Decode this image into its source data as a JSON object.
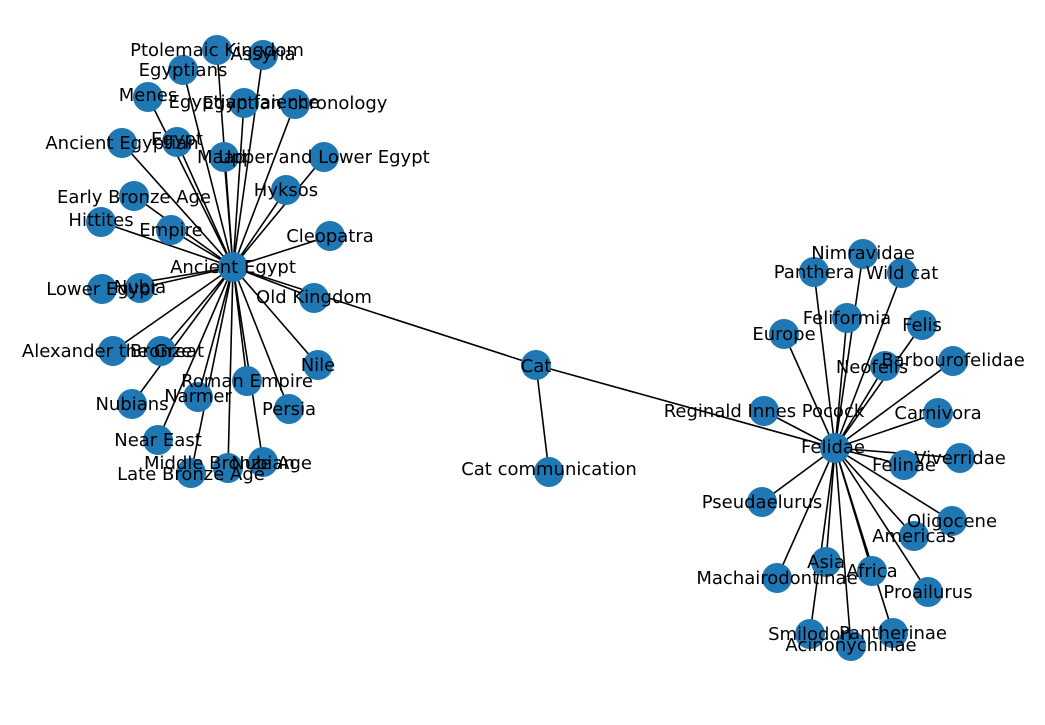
{
  "graph": {
    "node_color": "#1f77b4",
    "edge_color": "#000000",
    "nodes": [
      {
        "id": "cat",
        "label": "Cat"
      },
      {
        "id": "cat-communication",
        "label": "Cat communication"
      },
      {
        "id": "ancient-egypt",
        "label": "Ancient Egypt"
      },
      {
        "id": "felidae",
        "label": "Felidae"
      },
      {
        "id": "ptolemaic-kingdom",
        "label": "Ptolemaic Kingdom"
      },
      {
        "id": "assyria",
        "label": "Assyria"
      },
      {
        "id": "egyptians",
        "label": "Egyptians"
      },
      {
        "id": "menes",
        "label": "Menes"
      },
      {
        "id": "egyptian-faience",
        "label": "Egyptian faience"
      },
      {
        "id": "egyptian-chronology",
        "label": "Egyptian chronology"
      },
      {
        "id": "ancient-egyptian",
        "label": "Ancient Egyptian"
      },
      {
        "id": "egypt",
        "label": "Egypt"
      },
      {
        "id": "maadi",
        "label": "Maadi"
      },
      {
        "id": "upper-and-lower-egypt",
        "label": "Upper and Lower Egypt"
      },
      {
        "id": "hyksos",
        "label": "Hyksos"
      },
      {
        "id": "early-bronze-age",
        "label": "Early Bronze Age"
      },
      {
        "id": "hittites",
        "label": "Hittites"
      },
      {
        "id": "empire",
        "label": "Empire"
      },
      {
        "id": "cleopatra",
        "label": "Cleopatra"
      },
      {
        "id": "lower-egypt",
        "label": "Lower Egypt"
      },
      {
        "id": "nubia",
        "label": "Nubia"
      },
      {
        "id": "old-kingdom",
        "label": "Old Kingdom"
      },
      {
        "id": "alexander-the-great",
        "label": "Alexander the Great"
      },
      {
        "id": "bronze",
        "label": "Bronze"
      },
      {
        "id": "nile",
        "label": "Nile"
      },
      {
        "id": "roman-empire",
        "label": "Roman Empire"
      },
      {
        "id": "nubians",
        "label": "Nubians"
      },
      {
        "id": "narmer",
        "label": "Narmer"
      },
      {
        "id": "persia",
        "label": "Persia"
      },
      {
        "id": "near-east",
        "label": "Near East"
      },
      {
        "id": "late-bronze-age",
        "label": "Late Bronze Age"
      },
      {
        "id": "middle-bronze-age",
        "label": "Middle Bronze Age"
      },
      {
        "id": "nubian",
        "label": "Nubian"
      },
      {
        "id": "nimravidae",
        "label": "Nimravidae"
      },
      {
        "id": "panthera",
        "label": "Panthera"
      },
      {
        "id": "wild-cat",
        "label": "Wild cat"
      },
      {
        "id": "feliformia",
        "label": "Feliformia"
      },
      {
        "id": "felis",
        "label": "Felis"
      },
      {
        "id": "europe",
        "label": "Europe"
      },
      {
        "id": "neofelis",
        "label": "Neofelis"
      },
      {
        "id": "barbourofelidae",
        "label": "Barbourofelidae"
      },
      {
        "id": "reginald-innes-pocock",
        "label": "Reginald Innes Pocock"
      },
      {
        "id": "carnivora",
        "label": "Carnivora"
      },
      {
        "id": "viverridae",
        "label": "Viverridae"
      },
      {
        "id": "felinae",
        "label": "Felinae"
      },
      {
        "id": "pseudaelurus",
        "label": "Pseudaelurus"
      },
      {
        "id": "oligocene",
        "label": "Oligocene"
      },
      {
        "id": "americas",
        "label": "Americas"
      },
      {
        "id": "asia",
        "label": "Asia"
      },
      {
        "id": "africa",
        "label": "Africa"
      },
      {
        "id": "machairodontinae",
        "label": "Machairodontinae"
      },
      {
        "id": "proailurus",
        "label": "Proailurus"
      },
      {
        "id": "smilodon",
        "label": "Smilodon"
      },
      {
        "id": "pantherinae",
        "label": "Pantherinae"
      },
      {
        "id": "acinonychinae",
        "label": "Acinonychinae"
      }
    ],
    "edges": [
      [
        "cat",
        "cat-communication"
      ],
      [
        "cat",
        "ancient-egypt"
      ],
      [
        "cat",
        "felidae"
      ],
      [
        "ancient-egypt",
        "ptolemaic-kingdom"
      ],
      [
        "ancient-egypt",
        "assyria"
      ],
      [
        "ancient-egypt",
        "egyptians"
      ],
      [
        "ancient-egypt",
        "menes"
      ],
      [
        "ancient-egypt",
        "egyptian-faience"
      ],
      [
        "ancient-egypt",
        "egyptian-chronology"
      ],
      [
        "ancient-egypt",
        "ancient-egyptian"
      ],
      [
        "ancient-egypt",
        "egypt"
      ],
      [
        "ancient-egypt",
        "maadi"
      ],
      [
        "ancient-egypt",
        "upper-and-lower-egypt"
      ],
      [
        "ancient-egypt",
        "hyksos"
      ],
      [
        "ancient-egypt",
        "early-bronze-age"
      ],
      [
        "ancient-egypt",
        "hittites"
      ],
      [
        "ancient-egypt",
        "empire"
      ],
      [
        "ancient-egypt",
        "cleopatra"
      ],
      [
        "ancient-egypt",
        "lower-egypt"
      ],
      [
        "ancient-egypt",
        "nubia"
      ],
      [
        "ancient-egypt",
        "old-kingdom"
      ],
      [
        "ancient-egypt",
        "alexander-the-great"
      ],
      [
        "ancient-egypt",
        "bronze"
      ],
      [
        "ancient-egypt",
        "nile"
      ],
      [
        "ancient-egypt",
        "roman-empire"
      ],
      [
        "ancient-egypt",
        "nubians"
      ],
      [
        "ancient-egypt",
        "narmer"
      ],
      [
        "ancient-egypt",
        "persia"
      ],
      [
        "ancient-egypt",
        "near-east"
      ],
      [
        "ancient-egypt",
        "late-bronze-age"
      ],
      [
        "ancient-egypt",
        "middle-bronze-age"
      ],
      [
        "ancient-egypt",
        "nubian"
      ],
      [
        "felidae",
        "nimravidae"
      ],
      [
        "felidae",
        "panthera"
      ],
      [
        "felidae",
        "wild-cat"
      ],
      [
        "felidae",
        "feliformia"
      ],
      [
        "felidae",
        "felis"
      ],
      [
        "felidae",
        "europe"
      ],
      [
        "felidae",
        "neofelis"
      ],
      [
        "felidae",
        "barbourofelidae"
      ],
      [
        "felidae",
        "reginald-innes-pocock"
      ],
      [
        "felidae",
        "carnivora"
      ],
      [
        "felidae",
        "viverridae"
      ],
      [
        "felidae",
        "felinae"
      ],
      [
        "felidae",
        "pseudaelurus"
      ],
      [
        "felidae",
        "oligocene"
      ],
      [
        "felidae",
        "americas"
      ],
      [
        "felidae",
        "asia"
      ],
      [
        "felidae",
        "africa"
      ],
      [
        "felidae",
        "machairodontinae"
      ],
      [
        "felidae",
        "proailurus"
      ],
      [
        "felidae",
        "smilodon"
      ],
      [
        "felidae",
        "pantherinae"
      ],
      [
        "felidae",
        "acinonychinae"
      ]
    ]
  }
}
